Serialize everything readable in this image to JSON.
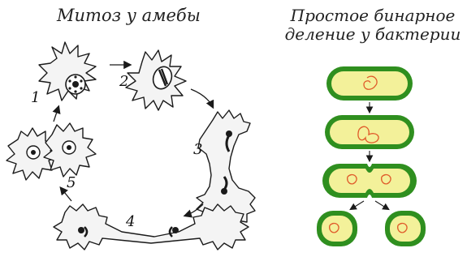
{
  "titles": {
    "left": "Митоз у амебы",
    "right_line1": "Простое бинарное",
    "right_line2": "деление у бактерии"
  },
  "stage_labels": [
    "1",
    "2",
    "3",
    "4",
    "5"
  ],
  "colors": {
    "cell_wall": "#2f8f1f",
    "cytoplasm": "#f3f19a",
    "dna": "#e05a2a",
    "ink": "#1a1a1a"
  }
}
